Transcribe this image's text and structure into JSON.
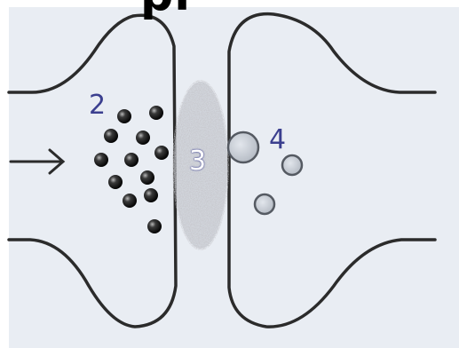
{
  "title_fragment": "pl",
  "labels": {
    "vesicles": "2",
    "cleft": "3",
    "receptor": "4"
  },
  "colors": {
    "background": "#e9edf3",
    "membrane": "#2b2b2b",
    "label": "#3b3f8f",
    "cleft_label": "#ffffff",
    "vesicle": "#141414",
    "receptor_fill": "#c9ced6"
  },
  "icons": {
    "signal": "arrow-right-icon"
  }
}
